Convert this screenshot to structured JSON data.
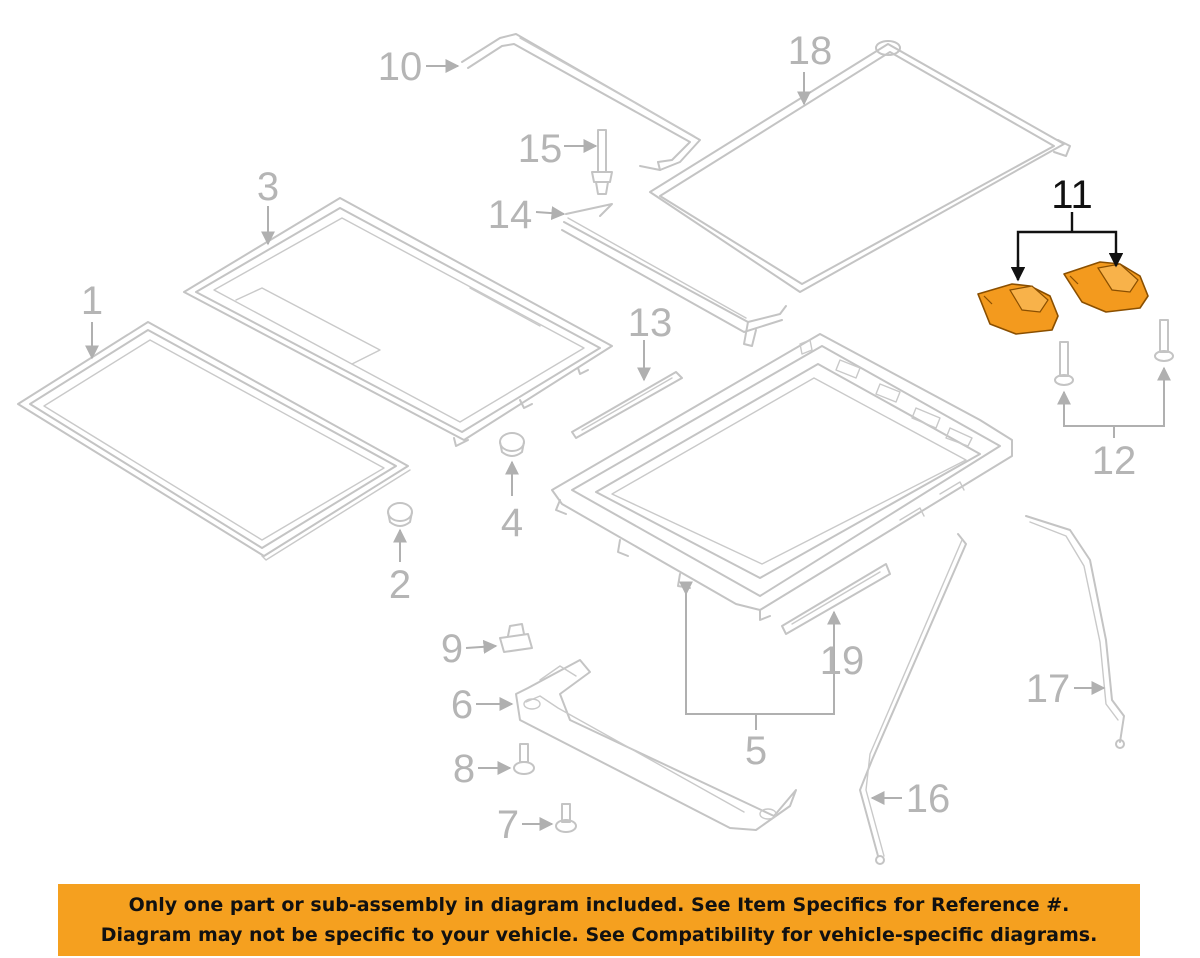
{
  "parts": [
    {
      "id": "p1",
      "label": "1"
    },
    {
      "id": "p2",
      "label": "2"
    },
    {
      "id": "p3",
      "label": "3"
    },
    {
      "id": "p4",
      "label": "4"
    },
    {
      "id": "p5",
      "label": "5"
    },
    {
      "id": "p6",
      "label": "6"
    },
    {
      "id": "p7",
      "label": "7"
    },
    {
      "id": "p8",
      "label": "8"
    },
    {
      "id": "p9",
      "label": "9"
    },
    {
      "id": "p10",
      "label": "10"
    },
    {
      "id": "p11",
      "label": "11"
    },
    {
      "id": "p12",
      "label": "12"
    },
    {
      "id": "p13",
      "label": "13"
    },
    {
      "id": "p14",
      "label": "14"
    },
    {
      "id": "p15",
      "label": "15"
    },
    {
      "id": "p16",
      "label": "16"
    },
    {
      "id": "p17",
      "label": "17"
    },
    {
      "id": "p18",
      "label": "18"
    },
    {
      "id": "p19",
      "label": "19"
    }
  ],
  "highlighted_part": "11",
  "colors": {
    "highlight_part": "#f39a1e",
    "banner": "#f5a01f",
    "inactive_line": "#b5b5b5"
  },
  "disclaimer": {
    "line1": "Only one part or sub-assembly in diagram included. See Item Specifics for Reference #.",
    "line2": "Diagram may not be specific to your vehicle. See Compatibility for vehicle-specific diagrams."
  }
}
